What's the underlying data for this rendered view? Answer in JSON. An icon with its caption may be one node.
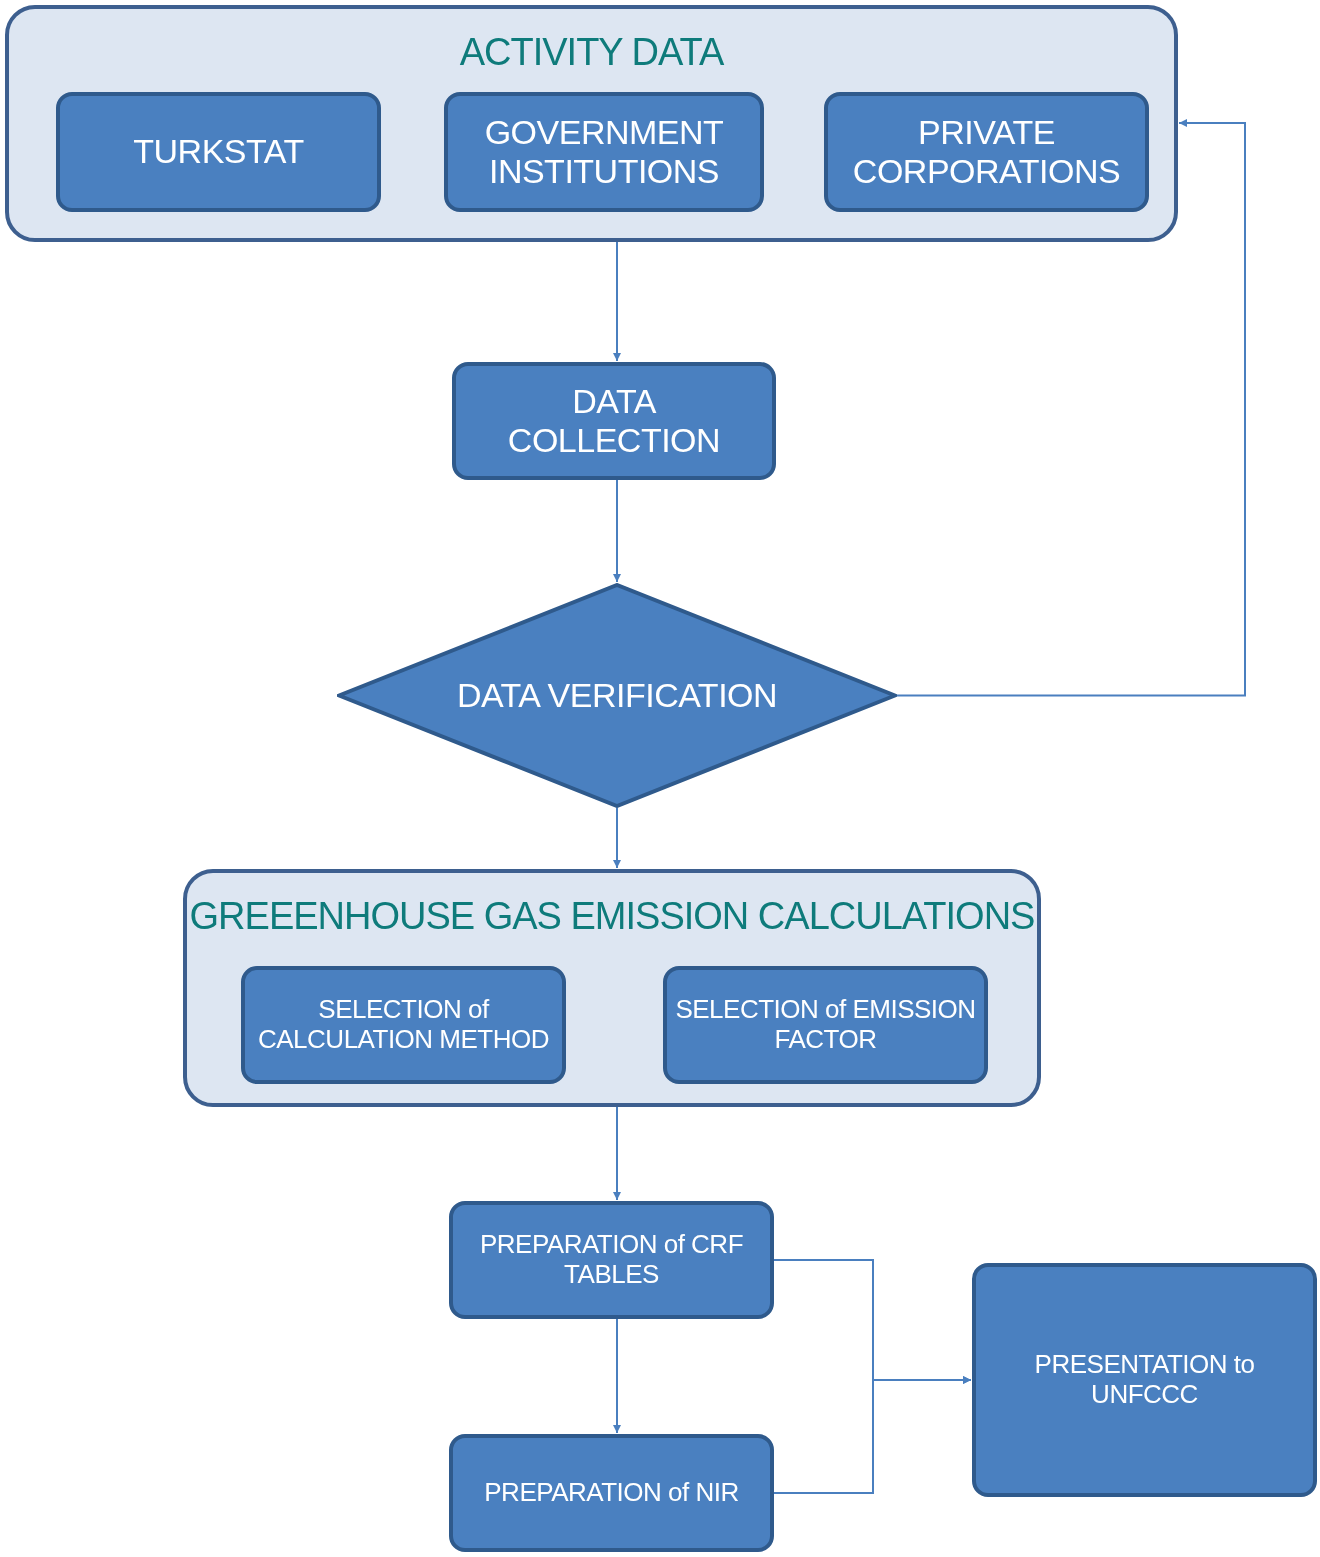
{
  "diagram": {
    "nodes": [
      {
        "text": [
          "ACTIVITY DATA"
        ]
      },
      {
        "text": [
          "TURKSTAT"
        ],
        "in": 0
      },
      {
        "text": [
          "GOVERNMENT INSTITUTIONS"
        ],
        "in": 0
      },
      {
        "text": [
          "PRIVATE CORPORATIONS"
        ],
        "in": 0
      },
      {
        "text": [
          "DATA COLLECTION"
        ]
      },
      {
        "text": [
          "DATA VERIFICATION"
        ]
      },
      {
        "text": [
          "GREEENHOUSE GAS EMISSION CALCULATIONS"
        ]
      },
      {
        "text": [
          "SELECTION of CALCULATION METHOD"
        ],
        "in": 6
      },
      {
        "text": [
          "SELECTION of EMISSION FACTOR"
        ],
        "in": 6
      },
      {
        "text": [
          "PREPARATION of CRF TABLES"
        ]
      },
      {
        "text": [
          "PREPARATION of NIR"
        ]
      },
      {
        "text": [
          "PRESENTATION to UNFCCC"
        ]
      }
    ],
    "edges": [
      {
        "from": 0,
        "to": 4,
        "arrow": "to"
      },
      {
        "from": 4,
        "to": 5,
        "arrow": "to"
      },
      {
        "from": 5,
        "to": 0,
        "arrow": "to"
      },
      {
        "from": 5,
        "to": 6,
        "arrow": "to"
      },
      {
        "from": 6,
        "to": 9,
        "arrow": "to"
      },
      {
        "from": 9,
        "to": 10,
        "arrow": "to"
      },
      {
        "from": 9,
        "to": 11,
        "arrow": "to"
      },
      {
        "from": 10,
        "to": 11,
        "arrow": "to"
      }
    ]
  }
}
